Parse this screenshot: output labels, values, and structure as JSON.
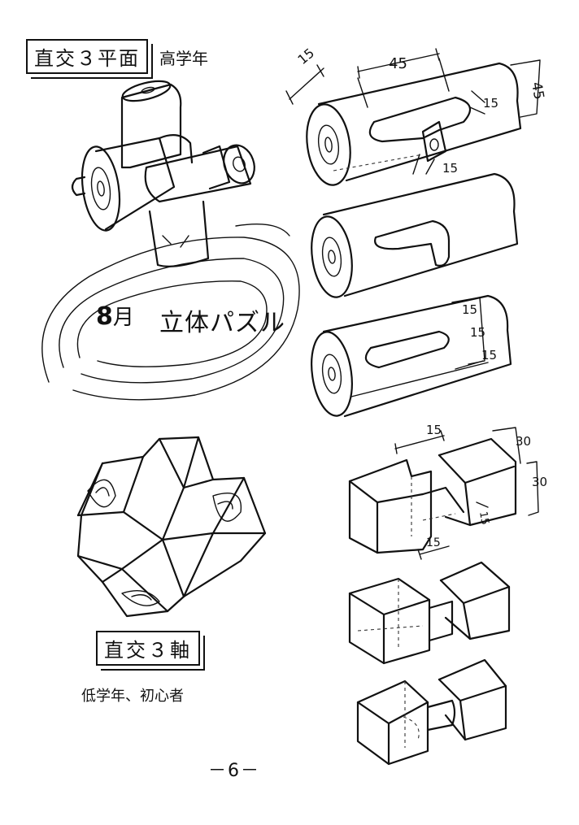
{
  "top_section": {
    "title": "直交３平面",
    "level": "高学年"
  },
  "center_caption": {
    "month": "8",
    "month_suffix": "月",
    "text": "立体パズル"
  },
  "bottom_section": {
    "title": "直交３軸",
    "level": "低学年、初心者"
  },
  "dims_planes": {
    "d15_top": "15",
    "d45_top": "45",
    "d45_side": "45",
    "d15_right": "15",
    "d15_bottom": "15",
    "stack_1": "15",
    "stack_2": "15",
    "stack_3": "15"
  },
  "dims_axes": {
    "d15_top": "15",
    "d30_top": "30",
    "d30_side": "30",
    "d15_notch": "15",
    "d15_bottom": "15"
  },
  "page_number": "－6－"
}
